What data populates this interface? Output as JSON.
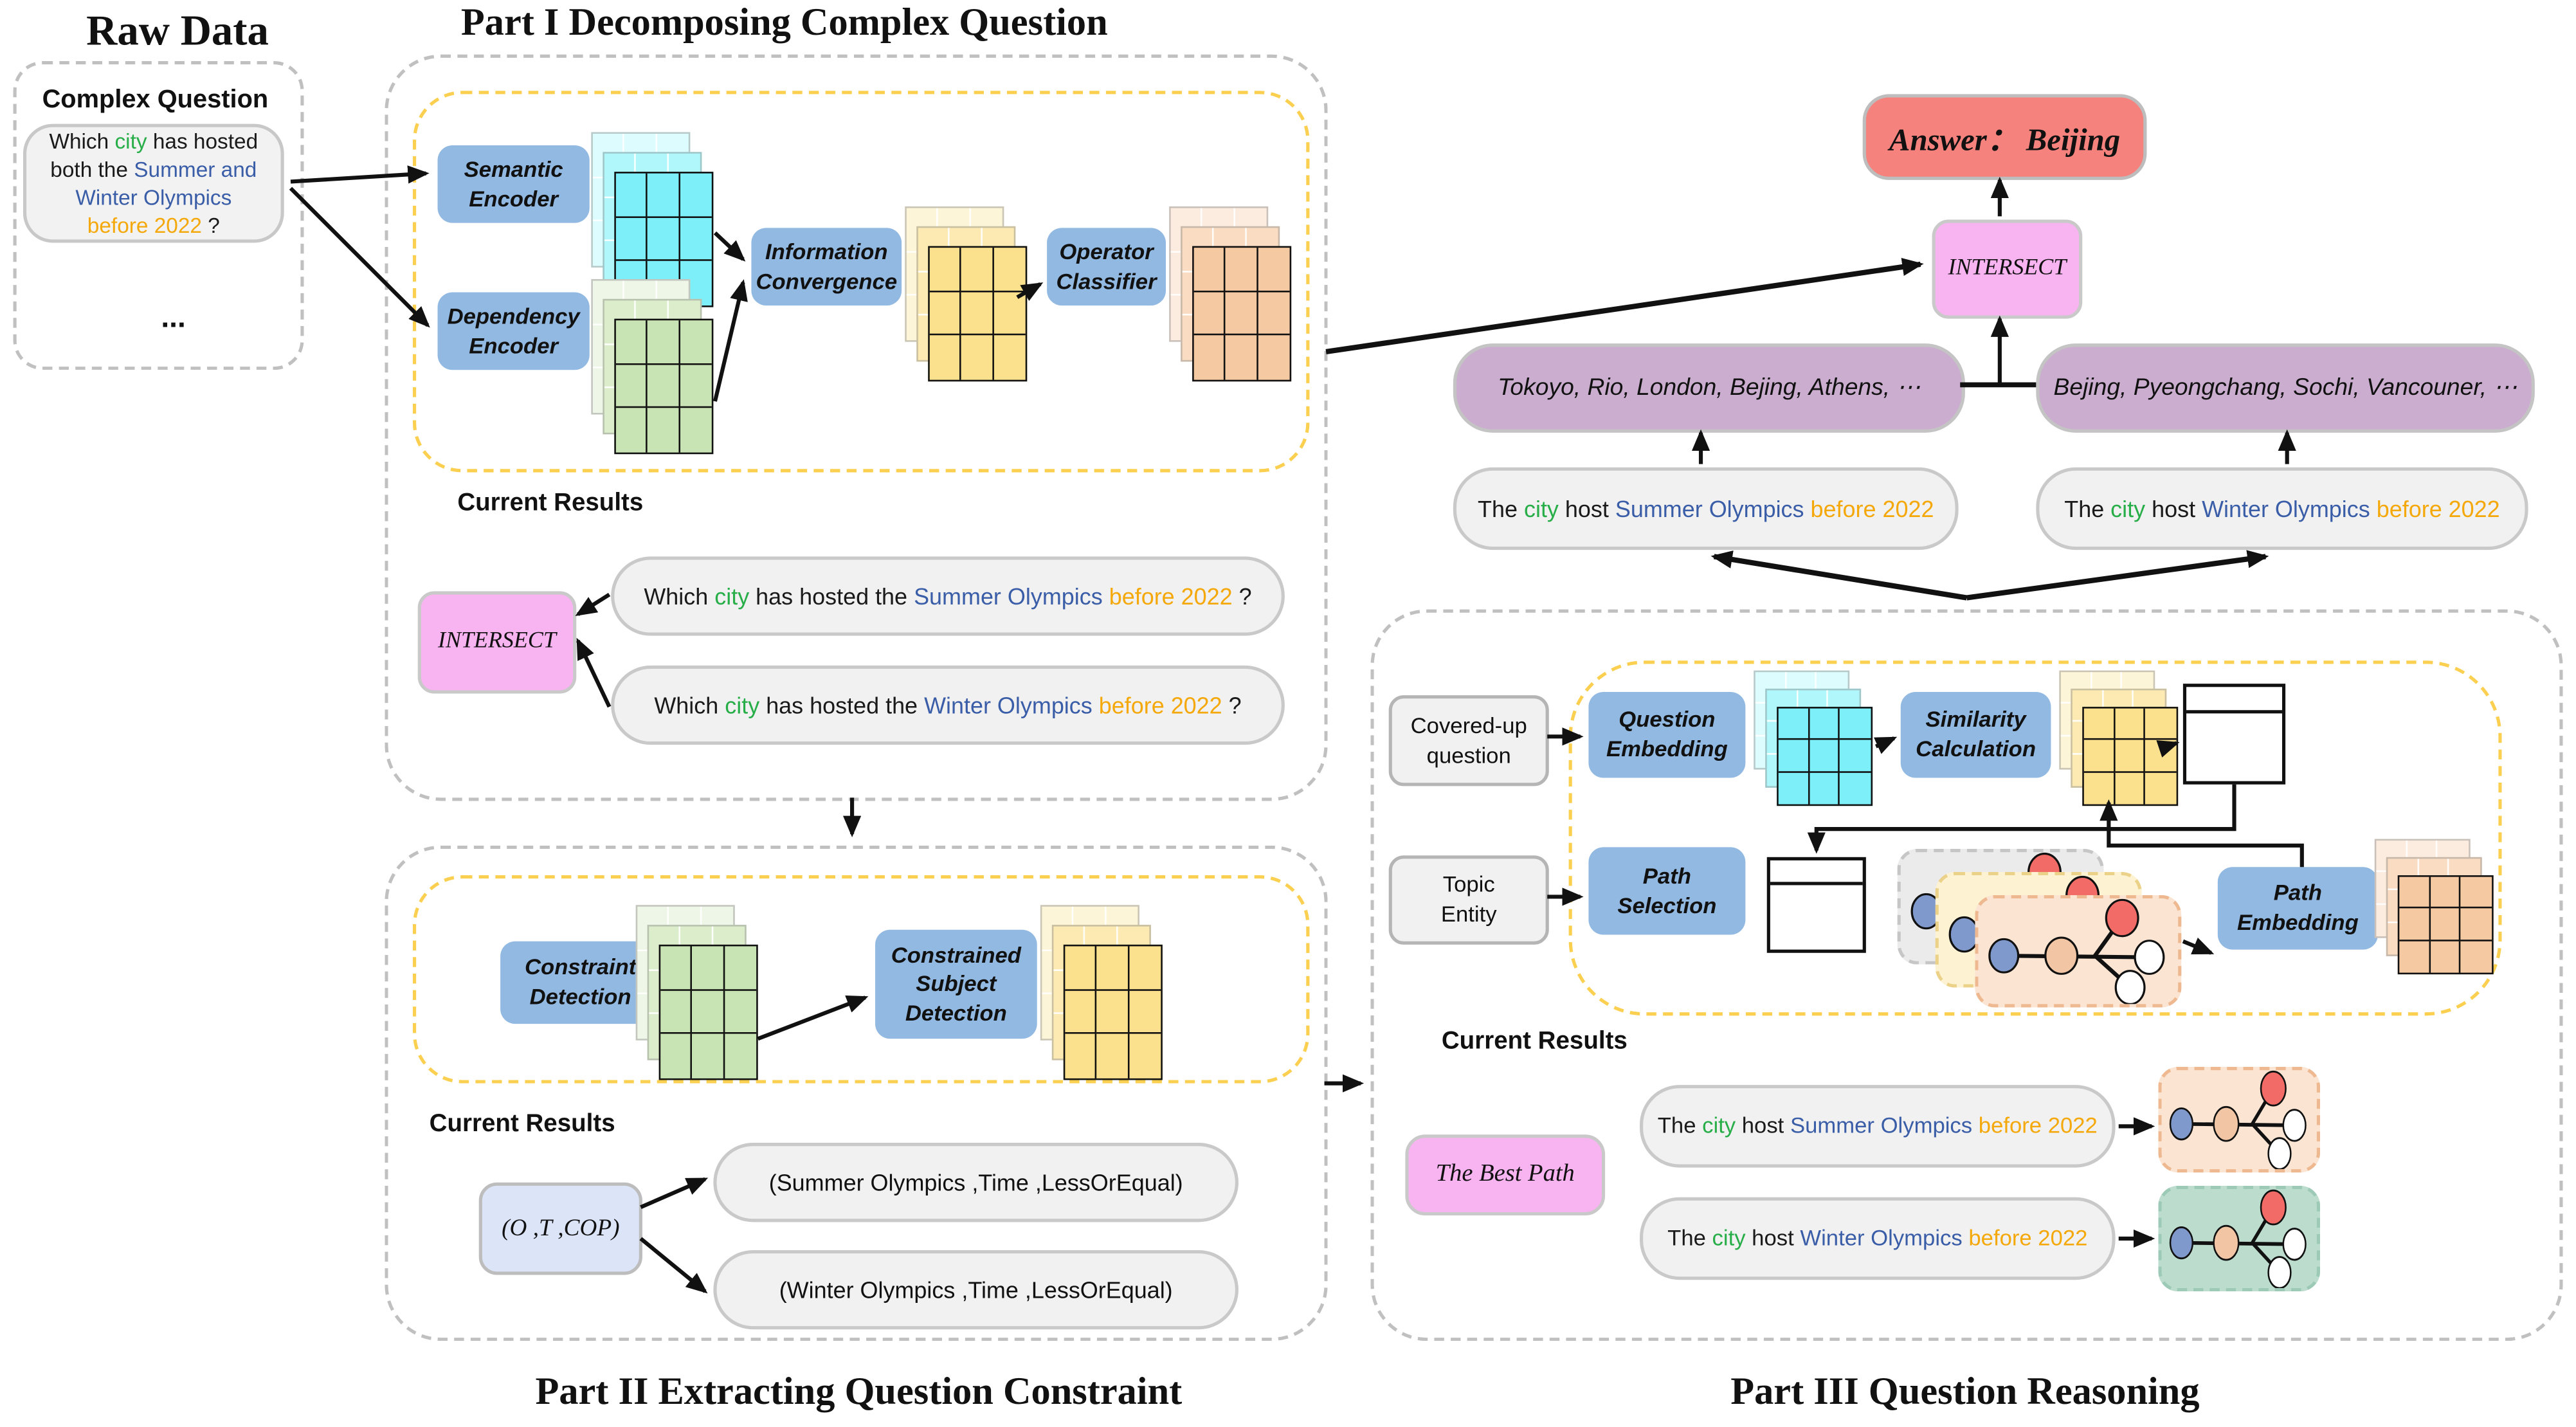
{
  "colors": {
    "text": {
      "black": "#1a1a1a",
      "green": "#27ae48",
      "blue": "#3a5da8",
      "amber": "#f4a80a"
    },
    "module_blue": "#92b9e2",
    "pink": "#f8b4f1",
    "answer_red": "#f5827d",
    "purple_pill": "#cbaecf",
    "gray_pill": "#f1f1f1",
    "lavender": "#dce4f7",
    "yellow_dash": "#fbcf4f",
    "gray_dash": "#c0c0c0",
    "stacks": {
      "cyan": [
        "#dcfcfe",
        "#aff7fb",
        "#7deff8"
      ],
      "green": [
        "#eef6e7",
        "#dcedcb",
        "#c9e4b4"
      ],
      "yellow": [
        "#fdf5d8",
        "#fceab2",
        "#fbe08e"
      ],
      "orange": [
        "#fcecdf",
        "#f9dcc1",
        "#f5c9a2"
      ]
    },
    "cards": {
      "gray": "#ebebeb",
      "yellow": "#fdf3d3",
      "peach": "#fbe4d2",
      "green": "#bcdcce"
    },
    "nodes": {
      "blue": "#8099cc",
      "peach": "#f2c6a4",
      "red": "#f26b66",
      "white": "#ffffff"
    }
  },
  "raw_data": {
    "title": "Raw Data",
    "heading": "Complex Question",
    "question": [
      {
        "t": "Which ",
        "c": "black"
      },
      {
        "t": "city",
        "c": "green"
      },
      {
        "t": " has hosted both the ",
        "c": "black"
      },
      {
        "t": "Summer and Winter Olympics",
        "c": "blue"
      },
      {
        "t": " ",
        "c": "black"
      },
      {
        "t": "before 2022",
        "c": "amber"
      },
      {
        "t": " ?",
        "c": "black"
      }
    ],
    "ellipsis": "..."
  },
  "part1": {
    "title": "Part I  Decomposing Complex Question",
    "semantic_encoder": "Semantic\nEncoder",
    "dependency_encoder": "Dependency\nEncoder",
    "information_convergence": "Information\nConvergence",
    "operator_classifier": "Operator\nClassifier",
    "current_results": "Current Results",
    "intersect": "INTERSECT",
    "sub_questions": [
      [
        {
          "t": "Which ",
          "c": "black"
        },
        {
          "t": "city",
          "c": "green"
        },
        {
          "t": " has hosted the ",
          "c": "black"
        },
        {
          "t": "Summer Olympics",
          "c": "blue"
        },
        {
          "t": " ",
          "c": "black"
        },
        {
          "t": "before 2022",
          "c": "amber"
        },
        {
          "t": " ?",
          "c": "black"
        }
      ],
      [
        {
          "t": "Which ",
          "c": "black"
        },
        {
          "t": "city",
          "c": "green"
        },
        {
          "t": " has hosted the ",
          "c": "black"
        },
        {
          "t": "Winter Olympics",
          "c": "blue"
        },
        {
          "t": " ",
          "c": "black"
        },
        {
          "t": "before 2022",
          "c": "amber"
        },
        {
          "t": " ?",
          "c": "black"
        }
      ]
    ]
  },
  "part2": {
    "caption": "Part II Extracting Question Constraint",
    "constraint_detection": "Constraint\nDetection",
    "constrained_subject_detection": "Constrained\nSubject\nDetection",
    "current_results": "Current Results",
    "tuple_source": "(O ,T ,COP)",
    "tuples": [
      "(Summer Olympics  ,Time  ,LessOrEqual)",
      "(Winter Olympics  ,Time  ,LessOrEqual)"
    ]
  },
  "part3": {
    "caption": "Part III  Question Reasoning",
    "covered_up_question": "Covered-up\nquestion",
    "topic_entity": "Topic\nEntity",
    "question_embedding": "Question\nEmbedding",
    "similarity_calculation": "Similarity\nCalculation",
    "path_selection": "Path\nSelection",
    "path_embedding": "Path\nEmbedding",
    "current_results": "Current Results",
    "best_path": "The Best Path",
    "result_questions": [
      [
        {
          "t": "The ",
          "c": "black"
        },
        {
          "t": "city",
          "c": "green"
        },
        {
          "t": " host ",
          "c": "black"
        },
        {
          "t": "Summer Olympics",
          "c": "blue"
        },
        {
          "t": "  ",
          "c": "black"
        },
        {
          "t": "before 2022",
          "c": "amber"
        }
      ],
      [
        {
          "t": "The ",
          "c": "black"
        },
        {
          "t": "city",
          "c": "green"
        },
        {
          "t": " host ",
          "c": "black"
        },
        {
          "t": "Winter Olympics",
          "c": "blue"
        },
        {
          "t": "  ",
          "c": "black"
        },
        {
          "t": "before 2022",
          "c": "amber"
        }
      ]
    ]
  },
  "top_right": {
    "answer": "Answer：  Beijing",
    "intersect": "INTERSECT",
    "result_lists": [
      "Tokoyo, Rio, London, Bejing, Athens, ⋯",
      "Bejing, Pyeongchang, Sochi, Vancouner, ⋯"
    ],
    "sub_questions": [
      [
        {
          "t": "The ",
          "c": "black"
        },
        {
          "t": "city",
          "c": "green"
        },
        {
          "t": " host ",
          "c": "black"
        },
        {
          "t": "Summer Olympics",
          "c": "blue"
        },
        {
          "t": "  ",
          "c": "black"
        },
        {
          "t": "before 2022",
          "c": "amber"
        }
      ],
      [
        {
          "t": "The ",
          "c": "black"
        },
        {
          "t": "city",
          "c": "green"
        },
        {
          "t": " host ",
          "c": "black"
        },
        {
          "t": "Winter Olympics",
          "c": "blue"
        },
        {
          "t": "  ",
          "c": "black"
        },
        {
          "t": "before 2022",
          "c": "amber"
        }
      ]
    ]
  }
}
